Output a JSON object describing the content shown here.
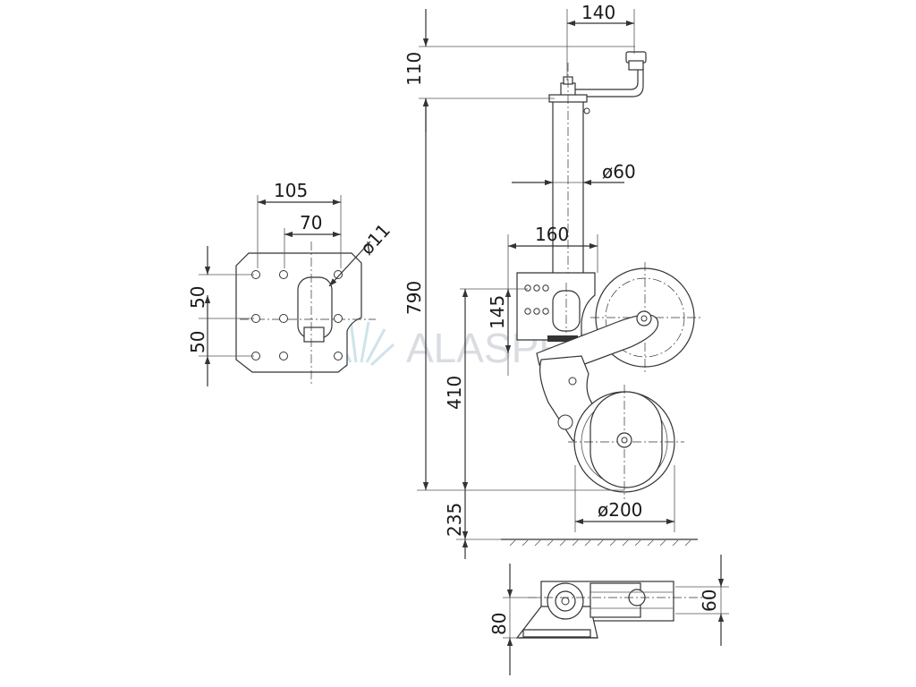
{
  "dimensions": {
    "crank_offset": "140",
    "crank_height": "110",
    "tube_diameter": "ø60",
    "plate_width": "105",
    "hole_spacing": "70",
    "hole_diameter": "ø11",
    "plate_spacing_upper": "50",
    "plate_spacing_lower": "50",
    "total_height": "790",
    "clamp_width": "160",
    "clamp_height": "145",
    "wheel_center_height": "410",
    "stroke": "235",
    "wheel_diameter": "ø200",
    "base_height": "80",
    "base_offset": "60"
  },
  "watermark": {
    "text": "ALASPRO"
  }
}
